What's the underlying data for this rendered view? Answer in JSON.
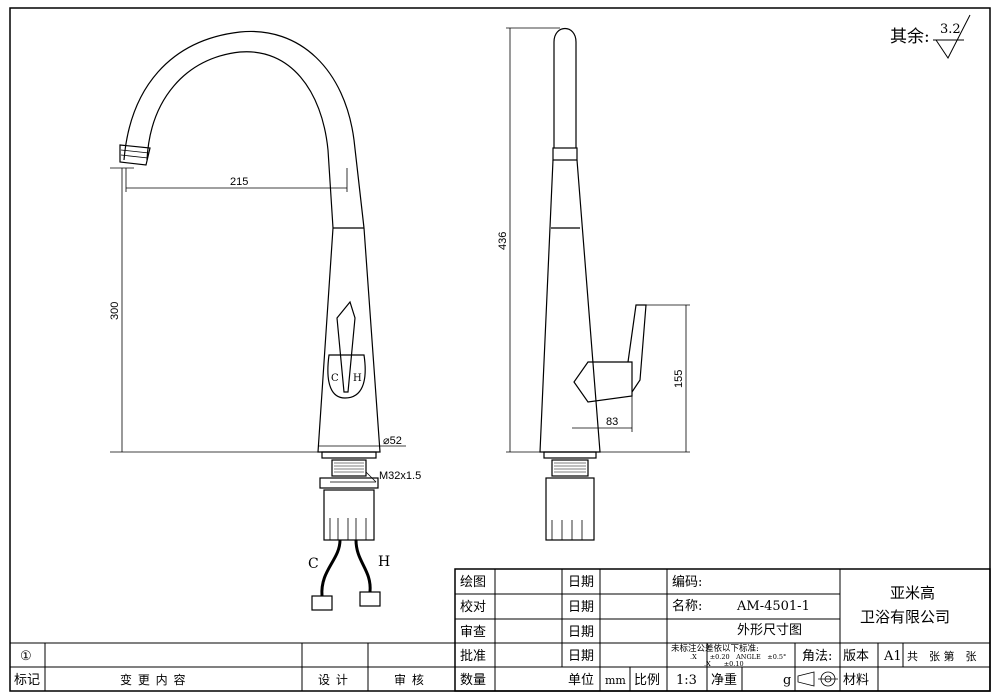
{
  "roughness": {
    "label": "其余:",
    "value": "3.2"
  },
  "dimensions": {
    "reach": "215",
    "height_front": "300",
    "height_side": "436",
    "base_diameter": "⌀52",
    "thread": "M32x1.5",
    "handle_height": "155",
    "handle_depth": "83"
  },
  "hose_labels": {
    "cold": "C",
    "hot": "H"
  },
  "handle_labels": {
    "cold": "C",
    "hot": "H"
  },
  "title_block": {
    "row_labels": [
      "绘图",
      "校对",
      "审查",
      "批准",
      "数量"
    ],
    "date_label": "日期",
    "code_label": "编码:",
    "name_label": "名称:",
    "model": "AM-4501-1",
    "drawing_name": "外形尺寸图",
    "company_line1": "亚米高",
    "company_line2": "卫浴有限公司",
    "tolerance_title": "未标注公差依以下标准:",
    "tolerance_values": [
      ".X　　±0.20　ANGLE　±0.5°",
      ".X　　±0.10"
    ],
    "angle_method": "角法:",
    "version_label": "版本",
    "version_value": "A1",
    "sheets": "共　张 第　张",
    "unit_label": "单位",
    "unit_value": "mm",
    "scale_label": "比例",
    "scale_value": "1:3",
    "weight_label": "净重",
    "weight_unit": "g",
    "material_label": "材料"
  },
  "revision_block": {
    "number": "①",
    "mark_label": "标记",
    "change_label": "变 更 内 容",
    "design_label": "设 计",
    "review_label": "审 核"
  }
}
